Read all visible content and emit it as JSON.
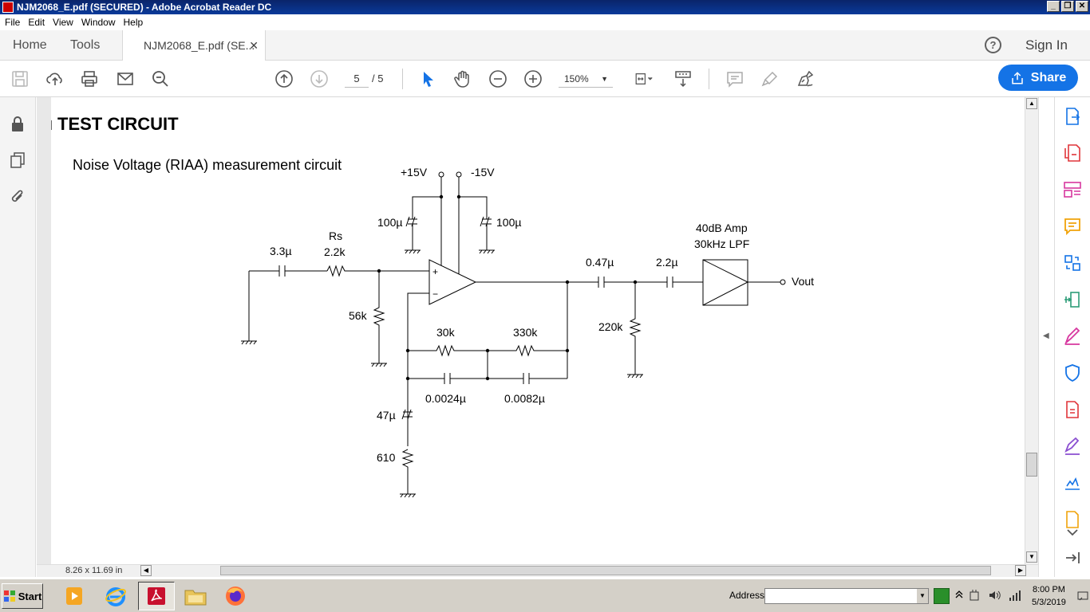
{
  "window": {
    "title": "NJM2068_E.pdf (SECURED) - Adobe Acrobat Reader DC",
    "minimize": "_",
    "restore": "❐",
    "close": "✕"
  },
  "menu": [
    "File",
    "Edit",
    "View",
    "Window",
    "Help"
  ],
  "tabs": {
    "home": "Home",
    "tools": "Tools",
    "document": "NJM2068_E.pdf (SE...",
    "close": "✕"
  },
  "header": {
    "help": "?",
    "sign_in": "Sign In"
  },
  "toolbar": {
    "current_page": "5",
    "total_pages": "/ 5",
    "zoom": "150%",
    "share_label": "Share"
  },
  "document": {
    "section_title": "TEST CIRCUIT",
    "section_marker": "ı",
    "figure_title": "Noise Voltage (RIAA) measurement circuit"
  },
  "circuit": {
    "vplus": "+15V",
    "vminus": "-15V",
    "cap_100u_left": "100µ",
    "cap_100u_right": "100µ",
    "rs_name": "Rs",
    "rs_value": "2.2k",
    "cin": "3.3µ",
    "r56k": "56k",
    "r30k": "30k",
    "r330k": "330k",
    "c0024": "0.0024µ",
    "c0082": "0.0082µ",
    "c47u": "47µ",
    "r610": "610",
    "c047": "0.47µ",
    "c22": "2.2µ",
    "r220k": "220k",
    "amp_line1": "40dB Amp",
    "amp_line2": "30kHz LPF",
    "vout": "Vout"
  },
  "statusbar": {
    "page_size": "8.26 x 11.69 in"
  },
  "taskbar": {
    "start": "Start",
    "address_label": "Address",
    "address_value": "",
    "time": "8:00 PM",
    "date": "5/3/2019"
  },
  "colors": {
    "accent": "#1473e6",
    "titlebar": "#0a246a"
  }
}
